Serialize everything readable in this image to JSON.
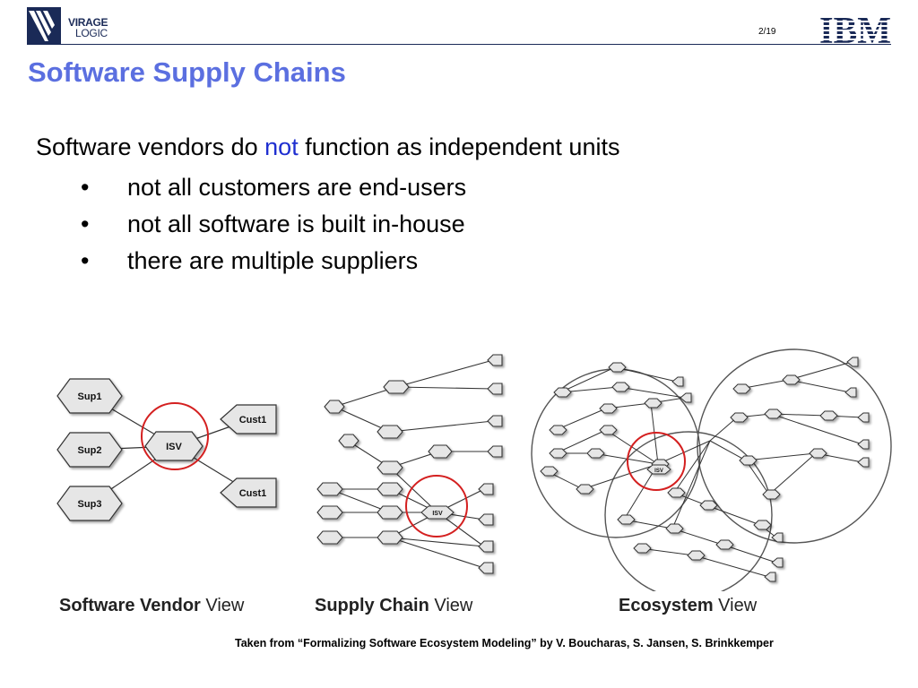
{
  "header": {
    "logo_left_line1": "VIRAGE",
    "logo_left_line2": "LOGIC",
    "page_number": "2/19",
    "logo_right": "IBM"
  },
  "slide": {
    "title": "Software Supply Chains",
    "intro_before": "Software vendors do ",
    "intro_emphasis": "not",
    "intro_after": " function as independent units",
    "bullets": [
      "not all customers are end-users",
      "not all software is built in-house",
      "there are multiple suppliers"
    ],
    "bullet_symbol": "•"
  },
  "figure": {
    "panels": [
      {
        "label_main": "Software Vendor ",
        "label_tail": "View",
        "nodes": [
          "Sup1",
          "Sup2",
          "Sup3",
          "ISV",
          "Cust1",
          "Cust1"
        ]
      },
      {
        "label_main": "Supply Chain ",
        "label_tail": "View",
        "nodes": [
          "ISV"
        ]
      },
      {
        "label_main": "Ecosystem ",
        "label_tail": "View",
        "nodes": [
          "ISV"
        ]
      }
    ],
    "highlight_color": "#d42020",
    "credit": "Taken from “Formalizing Software Ecosystem Modeling” by V. Boucharas, S. Jansen, S. Brinkkemper"
  }
}
